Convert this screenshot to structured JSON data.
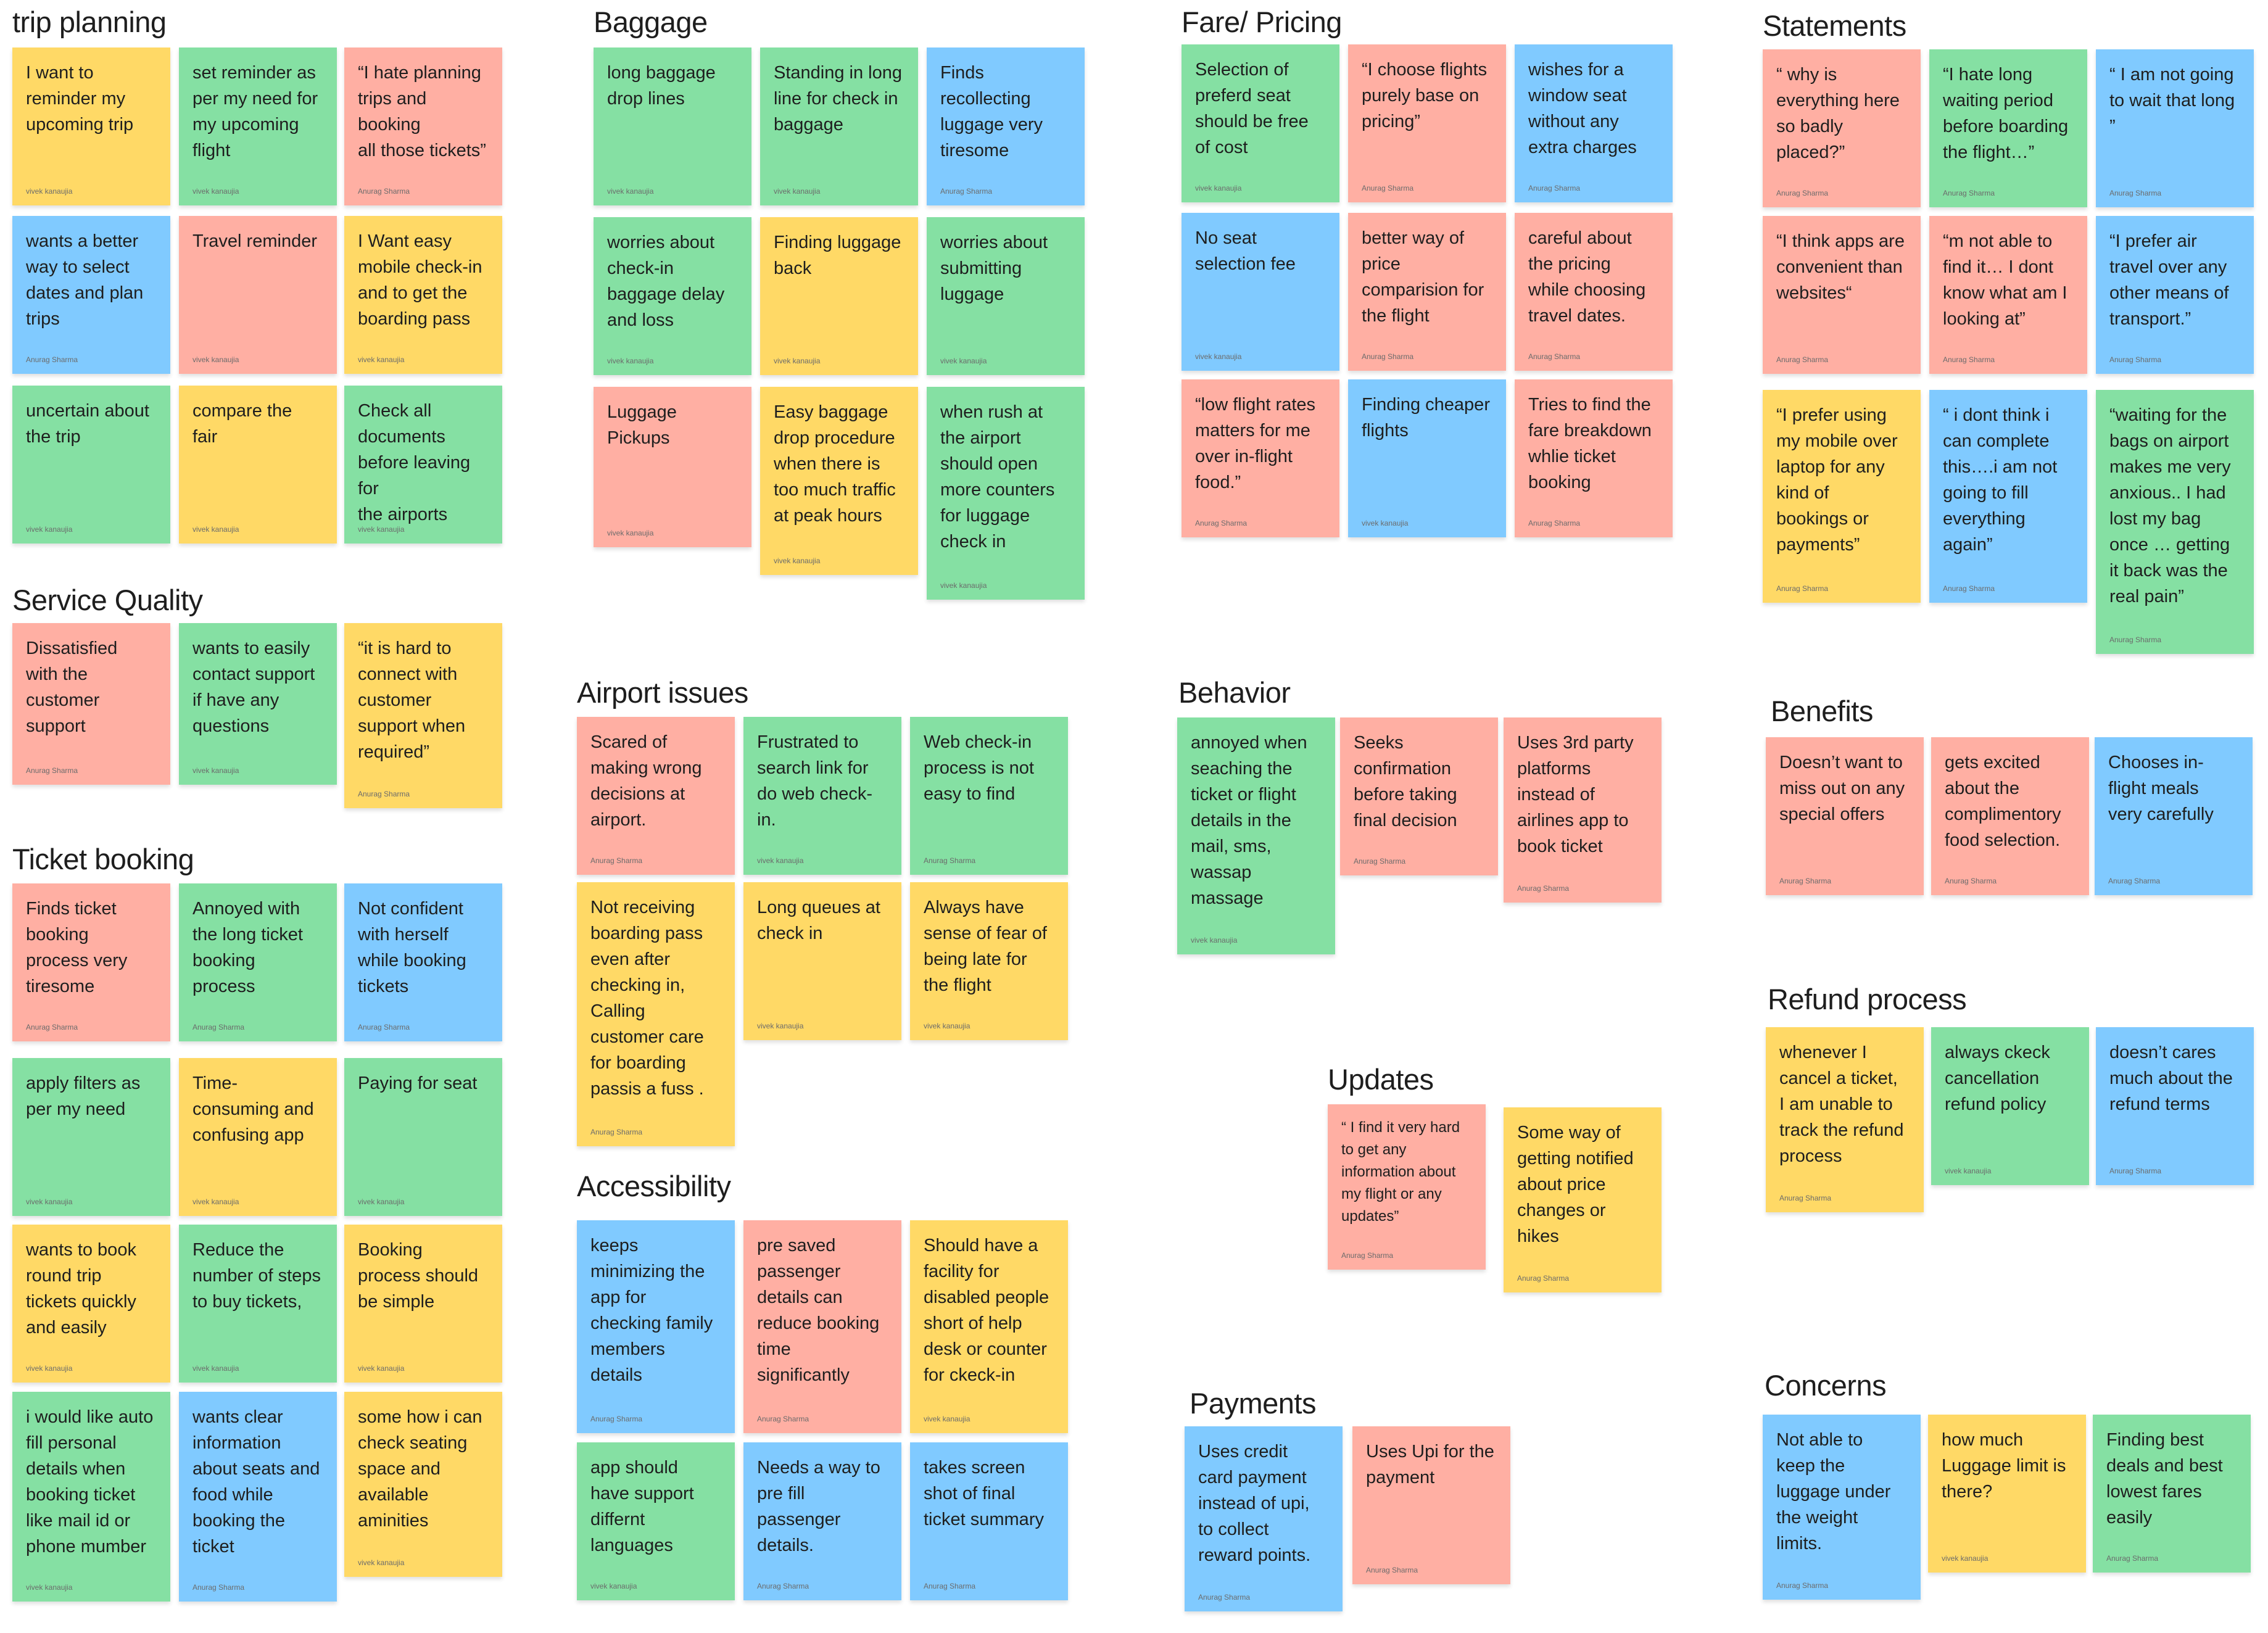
{
  "sections": {
    "trip": "trip planning",
    "service": "Service Quality",
    "ticket": "Ticket booking",
    "baggage": "Baggage",
    "airport": "Airport issues",
    "access": "Accessibility",
    "fare": "Fare/ Pricing",
    "behavior": "Behavior",
    "updates": "Updates",
    "payments": "Payments",
    "statements": "Statements",
    "benefits": "Benefits",
    "refund": "Refund process",
    "concerns": "Concerns"
  },
  "notes": {
    "trip": [
      {
        "text": "I want to\nreminder  my\nupcoming trip",
        "author": "vivek kanaujia",
        "color": "yellow"
      },
      {
        "text": "set reminder as\nper my need for\nmy upcoming\nflight",
        "author": "vivek kanaujia",
        "color": "green"
      },
      {
        "text": "“I hate planning\ntrips and booking\nall those tickets”",
        "author": "Anurag Sharma",
        "color": "pink"
      },
      {
        "text": "wants a better\nway to select\ndates and plan\ntrips",
        "author": "Anurag Sharma",
        "color": "blue"
      },
      {
        "text": "Travel reminder",
        "author": "vivek kanaujia",
        "color": "pink"
      },
      {
        "text": "I Want easy\nmobile check-in\nand to get the\nboarding pass",
        "author": "vivek kanaujia",
        "color": "yellow"
      },
      {
        "text": "uncertain about\nthe trip",
        "author": "vivek kanaujia",
        "color": "green"
      },
      {
        "text": "compare the\nfair",
        "author": "vivek kanaujia",
        "color": "yellow"
      },
      {
        "text": "Check all\ndocuments\nbefore leaving for\nthe airports",
        "author": "vivek kanaujia",
        "color": "green"
      }
    ],
    "service": [
      {
        "text": "Dissatisfied\nwith the\ncustomer\nsupport",
        "author": "Anurag Sharma",
        "color": "pink"
      },
      {
        "text": "wants to easily\ncontact support\nif have any\nquestions",
        "author": "vivek kanaujia",
        "color": "green"
      },
      {
        "text": "“it is hard to\nconnect with\ncustomer\nsupport when\nrequired”",
        "author": "Anurag Sharma",
        "color": "yellow"
      }
    ],
    "ticket": [
      {
        "text": "Finds ticket\nbooking\nprocess very\ntiresome",
        "author": "Anurag Sharma",
        "color": "pink"
      },
      {
        "text": "Annoyed with\nthe long ticket\nbooking\nprocess",
        "author": "Anurag Sharma",
        "color": "green"
      },
      {
        "text": "Not confident\nwith herself\nwhile booking\ntickets",
        "author": "Anurag Sharma",
        "color": "blue"
      },
      {
        "text": "apply filters as\nper my need",
        "author": "vivek kanaujia",
        "color": "green"
      },
      {
        "text": "Time-\nconsuming and\nconfusing app",
        "author": "vivek kanaujia",
        "color": "yellow"
      },
      {
        "text": "Paying for seat",
        "author": "vivek kanaujia",
        "color": "green"
      },
      {
        "text": "wants to book\nround trip\ntickets quickly\nand easily",
        "author": "vivek kanaujia",
        "color": "yellow"
      },
      {
        "text": "Reduce the\nnumber of steps\nto buy tickets,",
        "author": "vivek kanaujia",
        "color": "green"
      },
      {
        "text": "Booking\nprocess should\nbe simple",
        "author": "vivek kanaujia",
        "color": "yellow"
      },
      {
        "text": "i would like auto\nfill personal\ndetails when\nbooking ticket\nlike mail id or\nphone mumber",
        "author": "vivek kanaujia",
        "color": "green"
      },
      {
        "text": "wants clear\ninformation\nabout seats and\nfood while\nbooking the\nticket",
        "author": "Anurag Sharma",
        "color": "blue"
      },
      {
        "text": "some how i can\ncheck seating\nspace and\navailable\naminities",
        "author": "vivek kanaujia",
        "color": "yellow"
      }
    ],
    "baggage": [
      {
        "text": "long baggage\ndrop lines",
        "author": "vivek kanaujia",
        "color": "green"
      },
      {
        "text": "Standing in long\nline for check in\nbaggage",
        "author": "vivek kanaujia",
        "color": "green"
      },
      {
        "text": "Finds\nrecollecting\nluggage very\ntiresome",
        "author": "Anurag Sharma",
        "color": "blue"
      },
      {
        "text": "worries about\ncheck-in\nbaggage delay\nand loss",
        "author": "vivek kanaujia",
        "color": "green"
      },
      {
        "text": "Finding luggage\nback",
        "author": "vivek kanaujia",
        "color": "yellow"
      },
      {
        "text": "worries about\nsubmitting\nluggage",
        "author": "vivek kanaujia",
        "color": "green"
      },
      {
        "text": "Luggage\nPickups",
        "author": "vivek kanaujia",
        "color": "pink"
      },
      {
        "text": "Easy baggage\ndrop procedure\nwhen there is\ntoo much traffic\nat peak hours",
        "author": "vivek kanaujia",
        "color": "yellow"
      },
      {
        "text": "when rush at\nthe airport\nshould open\nmore counters\nfor luggage\ncheck in",
        "author": "vivek kanaujia",
        "color": "green"
      }
    ],
    "airport": [
      {
        "text": "Scared of\nmaking wrong\ndecisions at\nairport.",
        "author": "Anurag Sharma",
        "color": "pink"
      },
      {
        "text": "Frustrated to\nsearch link for\ndo web check-\nin.",
        "author": "vivek kanaujia",
        "color": "green"
      },
      {
        "text": "Web check-in\nprocess is not\neasy to find",
        "author": "Anurag Sharma",
        "color": "green"
      },
      {
        "text": "Not receiving\nboarding pass\neven after\nchecking in,\nCalling\ncustomer care\nfor boarding\npassis a fuss .",
        "author": "Anurag Sharma",
        "color": "yellow"
      },
      {
        "text": "Long queues at\ncheck in",
        "author": "vivek kanaujia",
        "color": "yellow"
      },
      {
        "text": "Always have\nsense of fear of\nbeing late for\nthe flight",
        "author": "vivek kanaujia",
        "color": "yellow"
      }
    ],
    "access": [
      {
        "text": "keeps\nminimizing the\napp for\nchecking family\nmembers\ndetails",
        "author": "Anurag Sharma",
        "color": "blue"
      },
      {
        "text": "pre saved\npassenger\ndetails can\nreduce booking\ntime\nsignificantly",
        "author": "Anurag Sharma",
        "color": "pink"
      },
      {
        "text": "Should have a\nfacility for\ndisabled people\nshort of help\ndesk or counter\nfor ckeck-in",
        "author": "vivek kanaujia",
        "color": "yellow"
      },
      {
        "text": "app should\nhave support\ndiffernt\nlanguages",
        "author": "vivek kanaujia",
        "color": "green"
      },
      {
        "text": "Needs a way to\npre fill\npassenger\ndetails.",
        "author": "Anurag Sharma",
        "color": "blue"
      },
      {
        "text": "takes screen\nshot of final\nticket summary",
        "author": "Anurag Sharma",
        "color": "blue"
      }
    ],
    "fare": [
      {
        "text": "Selection of\npreferd seat\nshould be free\nof cost",
        "author": "vivek kanaujia",
        "color": "green"
      },
      {
        "text": "“I choose flights\npurely base on\npricing”",
        "author": "Anurag Sharma",
        "color": "pink"
      },
      {
        "text": "wishes for a\nwindow seat\nwithout any\nextra charges",
        "author": "Anurag Sharma",
        "color": "blue"
      },
      {
        "text": "No  seat\nselection fee",
        "author": "vivek kanaujia",
        "color": "blue"
      },
      {
        "text": "better way of\nprice\ncomparision  for\nthe flight",
        "author": "Anurag Sharma",
        "color": "pink"
      },
      {
        "text": "careful about\nthe pricing\nwhile choosing\ntravel dates.",
        "author": "Anurag Sharma",
        "color": "pink"
      },
      {
        "text": "“low flight rates\nmatters for me\nover in-flight\nfood.”",
        "author": "Anurag Sharma",
        "color": "pink"
      },
      {
        "text": "Finding cheaper\nflights",
        "author": "vivek kanaujia",
        "color": "blue"
      },
      {
        "text": "Tries to find the\nfare breakdown\nwhlie ticket\nbooking",
        "author": "Anurag Sharma",
        "color": "pink"
      }
    ],
    "behavior": [
      {
        "text": "annoyed when\nseaching the\nticket or flight\ndetails in the\nmail, sms,\nwassap\nmassage",
        "author": "vivek kanaujia",
        "color": "green"
      },
      {
        "text": "Seeks\nconfirmation\nbefore taking\nfinal decision",
        "author": "Anurag Sharma",
        "color": "pink"
      },
      {
        "text": "Uses 3rd party\nplatforms\ninstead of\nairlines app to\nbook ticket",
        "author": "Anurag Sharma",
        "color": "pink"
      }
    ],
    "updates": [
      {
        "text": "“ I find it very hard\nto get any\ninformation about\nmy flight or any\nupdates”",
        "author": "Anurag Sharma",
        "color": "pink"
      },
      {
        "text": "Some way of\ngetting notified\nabout price\nchanges or\nhikes",
        "author": "Anurag Sharma",
        "color": "yellow"
      }
    ],
    "payments": [
      {
        "text": "Uses credit\ncard payment\ninstead of upi,\nto collect\nreward points.",
        "author": "Anurag Sharma",
        "color": "blue"
      },
      {
        "text": "Uses Upi for the\npayment",
        "author": "Anurag Sharma",
        "color": "pink"
      }
    ],
    "statements": [
      {
        "text": "“ why is\neverything here\nso badly\nplaced?”",
        "author": "Anurag Sharma",
        "color": "pink"
      },
      {
        "text": "“I hate long\nwaiting period\nbefore boarding\nthe flight…”",
        "author": "Anurag Sharma",
        "color": "green"
      },
      {
        "text": "“ I am not going\nto wait that long\n”",
        "author": "Anurag Sharma",
        "color": "blue"
      },
      {
        "text": "“I think apps are\nconvenient than\nwebsites“",
        "author": "Anurag Sharma",
        "color": "pink"
      },
      {
        "text": "“m not able to\nfind it… I dont\nknow what am I\nlooking at”",
        "author": "Anurag Sharma",
        "color": "pink"
      },
      {
        "text": "“I prefer air\ntravel over any\nother means of\ntransport.”",
        "author": "Anurag Sharma",
        "color": "blue"
      },
      {
        "text": "“I prefer using\nmy mobile over\nlaptop for any\nkind of\nbookings or\npayments”",
        "author": "Anurag Sharma",
        "color": "yellow"
      },
      {
        "text": "“ i dont think i\ncan complete\nthis….i am not\ngoing to fill\neverything\nagain”",
        "author": "Anurag Sharma",
        "color": "blue"
      },
      {
        "text": "“waiting for the\nbags on airport\nmakes me very\nanxious.. I had\nlost my bag\nonce … getting\nit back was the\nreal pain”",
        "author": "Anurag Sharma",
        "color": "green"
      }
    ],
    "benefits": [
      {
        "text": "Doesn’t want to\nmiss out on any\nspecial offers",
        "author": "Anurag Sharma",
        "color": "pink"
      },
      {
        "text": "gets excited\nabout the\ncomplimentory\nfood selection.",
        "author": "Anurag Sharma",
        "color": "pink"
      },
      {
        "text": "Chooses in-\nflight meals\nvery carefully",
        "author": "Anurag Sharma",
        "color": "blue"
      }
    ],
    "refund": [
      {
        "text": "whenever I\ncancel a ticket,\nI am unable to\ntrack the refund\nprocess",
        "author": "Anurag Sharma",
        "color": "yellow"
      },
      {
        "text": "always ckeck\ncancellation\nrefund policy",
        "author": "vivek kanaujia",
        "color": "green"
      },
      {
        "text": "doesn’t cares\nmuch about the\nrefund  terms",
        "author": "Anurag Sharma",
        "color": "blue"
      }
    ],
    "concerns": [
      {
        "text": "Not able to\nkeep the\nluggage under\nthe weight\nlimits.",
        "author": "Anurag Sharma",
        "color": "blue"
      },
      {
        "text": "how much\nLuggage limit is\nthere?",
        "author": "vivek kanaujia",
        "color": "yellow"
      },
      {
        "text": "Finding best\ndeals and  best\nlowest fares\neasily",
        "author": "Anurag Sharma",
        "color": "green"
      }
    ]
  }
}
